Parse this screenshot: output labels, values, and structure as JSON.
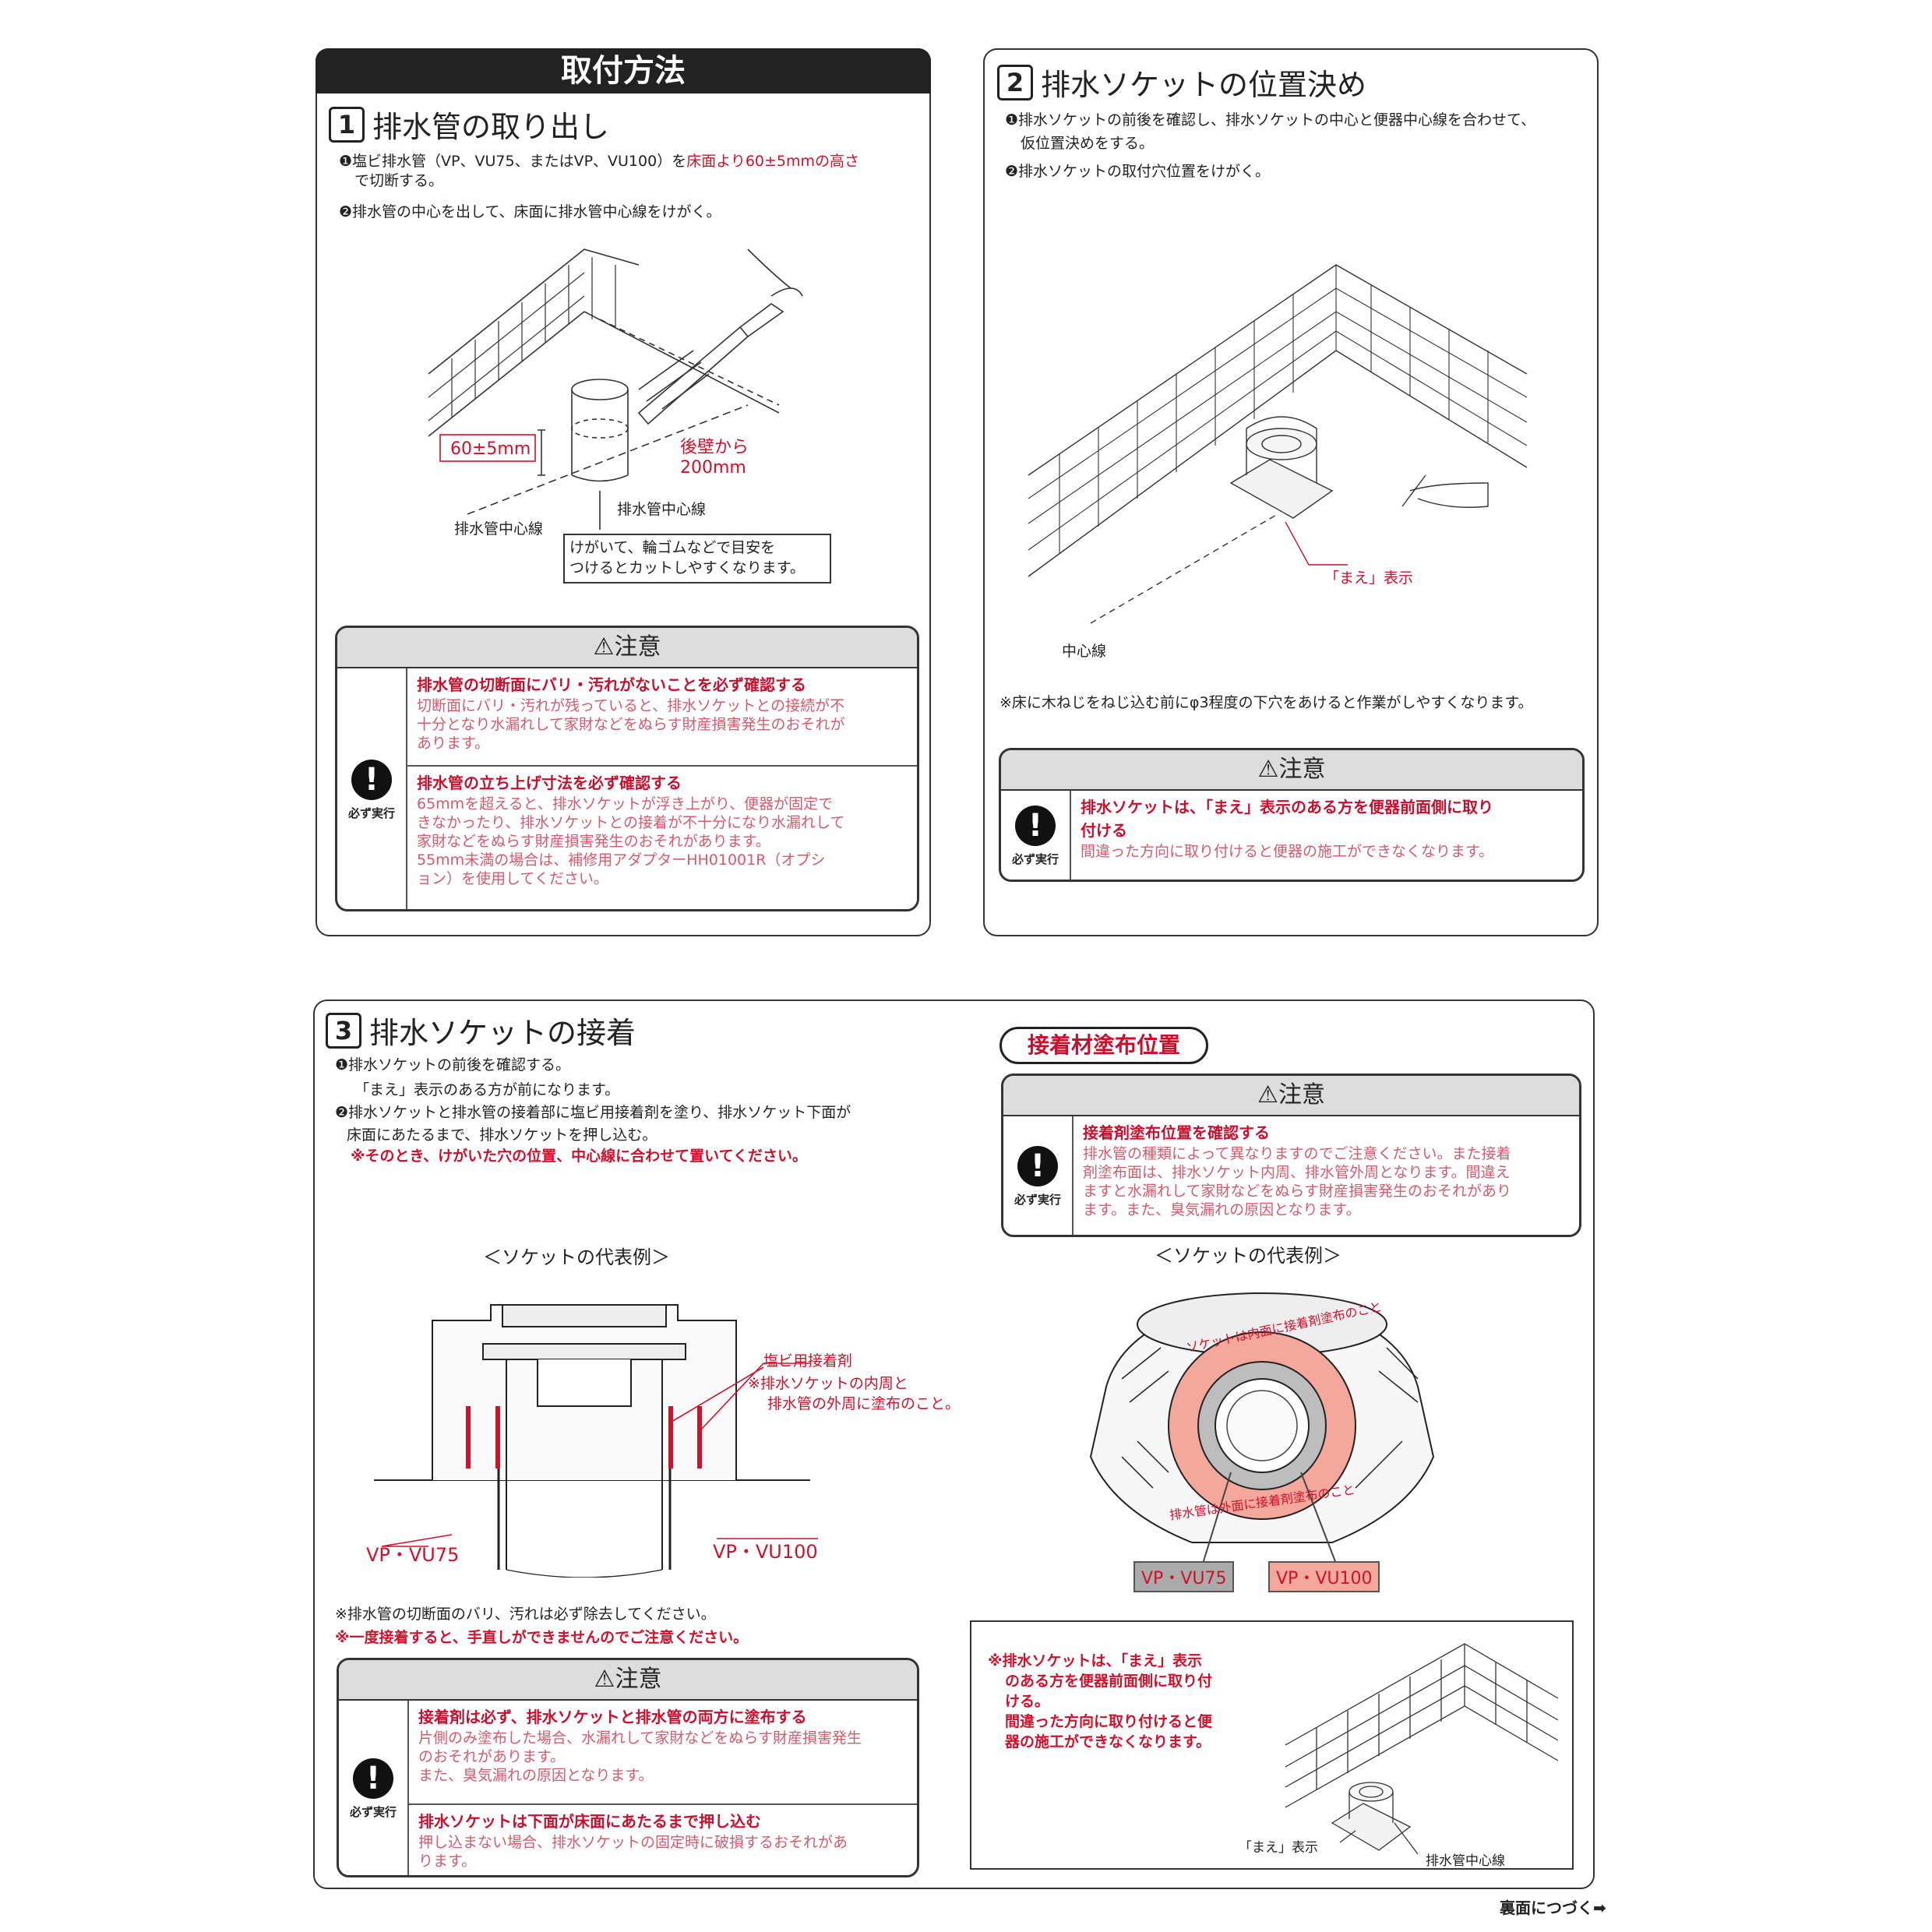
{
  "header": {
    "title": "取付方法"
  },
  "step1": {
    "number": "1",
    "title": "排水管の取り出し",
    "line1a": "❶塩ビ排水管（VP、VU75、またはVP、VU100）を",
    "line1b": "床面より60±5mmの高さ",
    "line1c": "で切断する。",
    "line2": "❷排水管の中心を出して、床面に排水管中心線をけがく。",
    "fig": {
      "height_label": "60±5mm",
      "distance_label_1": "後壁から",
      "distance_label_2": "200mm",
      "center_label_a": "排水管中心線",
      "center_label_b": "排水管中心線",
      "note_1": "けがいて、輪ゴムなどで目安を",
      "note_2": "つけるとカットしやすくなります。"
    },
    "caution": {
      "header": "注意",
      "must": "必ず実行",
      "items": [
        {
          "title": "排水管の切断面にバリ・汚れがないことを必ず確認する",
          "desc": [
            "切断面にバリ・汚れが残っていると、排水ソケットとの接続が不",
            "十分となり水漏れして家財などをぬらす財産損害発生のおそれが",
            "あります。"
          ]
        },
        {
          "title": "排水管の立ち上げ寸法を必ず確認する",
          "desc": [
            "65mmを超えると、排水ソケットが浮き上がり、便器が固定で",
            "きなかったり、排水ソケットとの接着が不十分になり水漏れして",
            "家財などをぬらす財産損害発生のおそれがあります。",
            "55mm未満の場合は、補修用アダプターHH01001R（オプシ",
            "ョン）を使用してください。"
          ]
        }
      ]
    }
  },
  "step2": {
    "number": "2",
    "title": "排水ソケットの位置決め",
    "line1": "❶排水ソケットの前後を確認し、排水ソケットの中心と便器中心線を合わせて、",
    "line1b": "仮位置決めをする。",
    "line2": "❷排水ソケットの取付穴位置をけがく。",
    "fig": {
      "front_label": "「まえ」表示",
      "center_label": "中心線"
    },
    "note": "※床に木ねじをねじ込む前にφ3程度の下穴をあけると作業がしやすくなります。",
    "caution": {
      "header": "注意",
      "must": "必ず実行",
      "items": [
        {
          "title": "排水ソケットは、「まえ」表示のある方を便器前面側に取り",
          "title2": "付ける",
          "desc": [
            "間違った方向に取り付けると便器の施工ができなくなります。"
          ]
        }
      ]
    }
  },
  "step3": {
    "number": "3",
    "title": "排水ソケットの接着",
    "line1": "❶排水ソケットの前後を確認する。",
    "line1b": "「まえ」表示のある方が前になります。",
    "line2": "❷排水ソケットと排水管の接着部に塩ビ用接着剤を塗り、排水ソケット下面が",
    "line2b": "床面にあたるまで、排水ソケットを押し込む。",
    "line2c": "※そのとき、けがいた穴の位置、中心線に合わせて置いてください。",
    "fig_left": {
      "caption": "＜ソケットの代表例＞",
      "adhesive": "塩ビ用接着剤",
      "adhesive_note1": "※排水ソケットの内周と",
      "adhesive_note2": "排水管の外周に塗布のこと。",
      "vu75": "VP・VU75",
      "vu100": "VP・VU100"
    },
    "note1": "※排水管の切断面のバリ、汚れは必ず除去してください。",
    "note2": "※一度接着すると、手直しができませんのでご注意ください。",
    "caution": {
      "header": "注意",
      "must": "必ず実行",
      "items": [
        {
          "title": "接着剤は必ず、排水ソケットと排水管の両方に塗布する",
          "desc": [
            "片側のみ塗布した場合、水漏れして家財などをぬらす財産損害発生",
            "のおそれがあります。",
            "また、臭気漏れの原因となります。"
          ]
        },
        {
          "title": "排水ソケットは下面が床面にあたるまで押し込む",
          "desc": [
            "押し込まない場合、排水ソケットの固定時に破損するおそれがあ",
            "ります。"
          ]
        }
      ]
    },
    "adhesive_area": {
      "pill": "接着材塗布位置",
      "caution": {
        "header": "注意",
        "must": "必ず実行",
        "title": "接着剤塗布位置を確認する",
        "desc": [
          "排水管の種類によって異なりますのでご注意ください。また接着",
          "剤塗布面は、排水ソケット内周、排水管外周となります。間違え",
          "ますと水漏れして家財などをぬらす財産損害発生のおそれがあり",
          "ます。また、臭気漏れの原因となります。"
        ]
      },
      "caption": "＜ソケットの代表例＞",
      "ring_outer": "ソケットは内面に接着剤塗布のこと",
      "ring_inner": "排水管は外面に接着剤塗布のこと",
      "vu75": "VP・VU75",
      "vu100": "VP・VU100"
    },
    "front_box": {
      "lines": [
        "※排水ソケットは、「まえ」表示",
        "のある方を便器前面側に取り付",
        "ける。",
        "間違った方向に取り付けると便",
        "器の施工ができなくなります。"
      ],
      "front_label": "「まえ」表示",
      "center_label": "排水管中心線"
    }
  },
  "footer": {
    "continue": "裏面につづく➡"
  },
  "colors": {
    "red": "#d0112b",
    "pink": "#f4a79b",
    "gray": "#999999"
  }
}
